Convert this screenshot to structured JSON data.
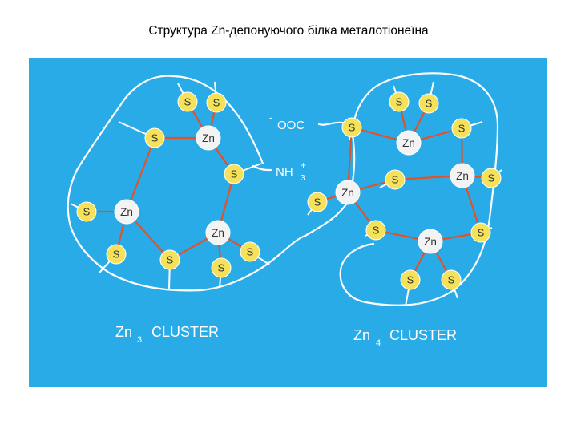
{
  "title": "Структура Zn-депонуючого білка металотіонеїна",
  "colors": {
    "panel_background": "#29ABE8",
    "outline": "#FFFFFF",
    "bond": "#E0522A",
    "sulfur_atom": "#F5E25A",
    "zinc_atom": "#F3F3F3",
    "atom_text": "#333333",
    "label_text": "#FFFFFF"
  },
  "atoms": {
    "sulfur_label": "S",
    "zinc_label": "Zn"
  },
  "termini": {
    "carboxyl_charge": "-",
    "carboxyl": "OOC",
    "amino": "NH",
    "amino_subscript": "3",
    "amino_charge": "+"
  },
  "clusters": {
    "left": {
      "prefix": "Zn",
      "subscript": "3",
      "label": "CLUSTER"
    },
    "right": {
      "prefix": "Zn",
      "subscript": "4",
      "label": "CLUSTER"
    }
  }
}
